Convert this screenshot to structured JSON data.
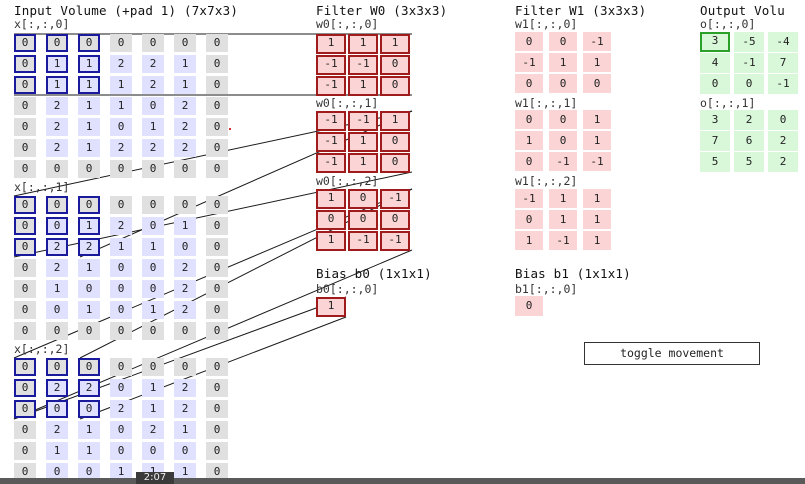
{
  "input": {
    "title": "Input Volume (+pad 1) (7x7x3)",
    "slices": [
      {
        "label": "x[:,:,0]",
        "rows": [
          [
            "0",
            "0",
            "0",
            "0",
            "0",
            "0",
            "0"
          ],
          [
            "0",
            "1",
            "1",
            "2",
            "2",
            "1",
            "0"
          ],
          [
            "0",
            "1",
            "1",
            "1",
            "2",
            "1",
            "0"
          ],
          [
            "0",
            "2",
            "1",
            "1",
            "0",
            "2",
            "0"
          ],
          [
            "0",
            "2",
            "1",
            "0",
            "1",
            "2",
            "0"
          ],
          [
            "0",
            "2",
            "1",
            "2",
            "2",
            "2",
            "0"
          ],
          [
            "0",
            "0",
            "0",
            "0",
            "0",
            "0",
            "0"
          ]
        ]
      },
      {
        "label": "x[:,:,1]",
        "rows": [
          [
            "0",
            "0",
            "0",
            "0",
            "0",
            "0",
            "0"
          ],
          [
            "0",
            "0",
            "1",
            "2",
            "0",
            "1",
            "0"
          ],
          [
            "0",
            "2",
            "2",
            "1",
            "1",
            "0",
            "0"
          ],
          [
            "0",
            "2",
            "1",
            "0",
            "0",
            "2",
            "0"
          ],
          [
            "0",
            "1",
            "0",
            "0",
            "0",
            "2",
            "0"
          ],
          [
            "0",
            "0",
            "1",
            "0",
            "1",
            "2",
            "0"
          ],
          [
            "0",
            "0",
            "0",
            "0",
            "0",
            "0",
            "0"
          ]
        ]
      },
      {
        "label": "x[:,:,2]",
        "rows": [
          [
            "0",
            "0",
            "0",
            "0",
            "0",
            "0",
            "0"
          ],
          [
            "0",
            "2",
            "2",
            "0",
            "1",
            "2",
            "0"
          ],
          [
            "0",
            "0",
            "0",
            "2",
            "1",
            "2",
            "0"
          ],
          [
            "0",
            "2",
            "1",
            "0",
            "2",
            "1",
            "0"
          ],
          [
            "0",
            "1",
            "1",
            "0",
            "0",
            "0",
            "0"
          ],
          [
            "0",
            "0",
            "0",
            "1",
            "1",
            "1",
            "0"
          ]
        ]
      }
    ]
  },
  "filter0": {
    "title": "Filter W0 (3x3x3)",
    "slices": [
      {
        "label": "w0[:,:,0]",
        "rows": [
          [
            "1",
            "1",
            "1"
          ],
          [
            "-1",
            "-1",
            "0"
          ],
          [
            "-1",
            "1",
            "0"
          ]
        ]
      },
      {
        "label": "w0[:,:,1]",
        "rows": [
          [
            "-1",
            "-1",
            "1"
          ],
          [
            "-1",
            "1",
            "0"
          ],
          [
            "-1",
            "1",
            "0"
          ]
        ]
      },
      {
        "label": "w0[:,:,2]",
        "rows": [
          [
            "1",
            "0",
            "-1"
          ],
          [
            "0",
            "0",
            "0"
          ],
          [
            "1",
            "-1",
            "-1"
          ]
        ]
      }
    ],
    "bias_title": "Bias b0 (1x1x1)",
    "bias_label": "b0[:,:,0]",
    "bias_value": "1"
  },
  "filter1": {
    "title": "Filter W1 (3x3x3)",
    "slices": [
      {
        "label": "w1[:,:,0]",
        "rows": [
          [
            "0",
            "0",
            "-1"
          ],
          [
            "-1",
            "1",
            "1"
          ],
          [
            "0",
            "0",
            "0"
          ]
        ]
      },
      {
        "label": "w1[:,:,1]",
        "rows": [
          [
            "0",
            "0",
            "1"
          ],
          [
            "1",
            "0",
            "1"
          ],
          [
            "0",
            "-1",
            "-1"
          ]
        ]
      },
      {
        "label": "w1[:,:,2]",
        "rows": [
          [
            "-1",
            "1",
            "1"
          ],
          [
            "0",
            "1",
            "1"
          ],
          [
            "1",
            "-1",
            "1"
          ]
        ]
      }
    ],
    "bias_title": "Bias b1 (1x1x1)",
    "bias_label": "b1[:,:,0]",
    "bias_value": "0"
  },
  "output": {
    "title": "Output Volu",
    "slices": [
      {
        "label": "o[:,:,0]",
        "rows": [
          [
            "3",
            "-5",
            "-4"
          ],
          [
            "4",
            "-1",
            "7"
          ],
          [
            "0",
            "0",
            "-1"
          ]
        ]
      },
      {
        "label": "o[:,:,1]",
        "rows": [
          [
            "3",
            "2",
            "0"
          ],
          [
            "7",
            "6",
            "2"
          ],
          [
            "5",
            "5",
            "2"
          ]
        ]
      }
    ]
  },
  "toggle_label": "toggle movement",
  "video_time": "2:07",
  "colors": {
    "input_pad": "#e0e0e0",
    "input_cell": "#e0e0ff",
    "filter_cell": "#fbd5d5",
    "output_cell": "#d9f7d9",
    "input_highlight": "#1a1a9c",
    "filter_highlight": "#a01c1c",
    "output_highlight": "#2aa02a"
  }
}
